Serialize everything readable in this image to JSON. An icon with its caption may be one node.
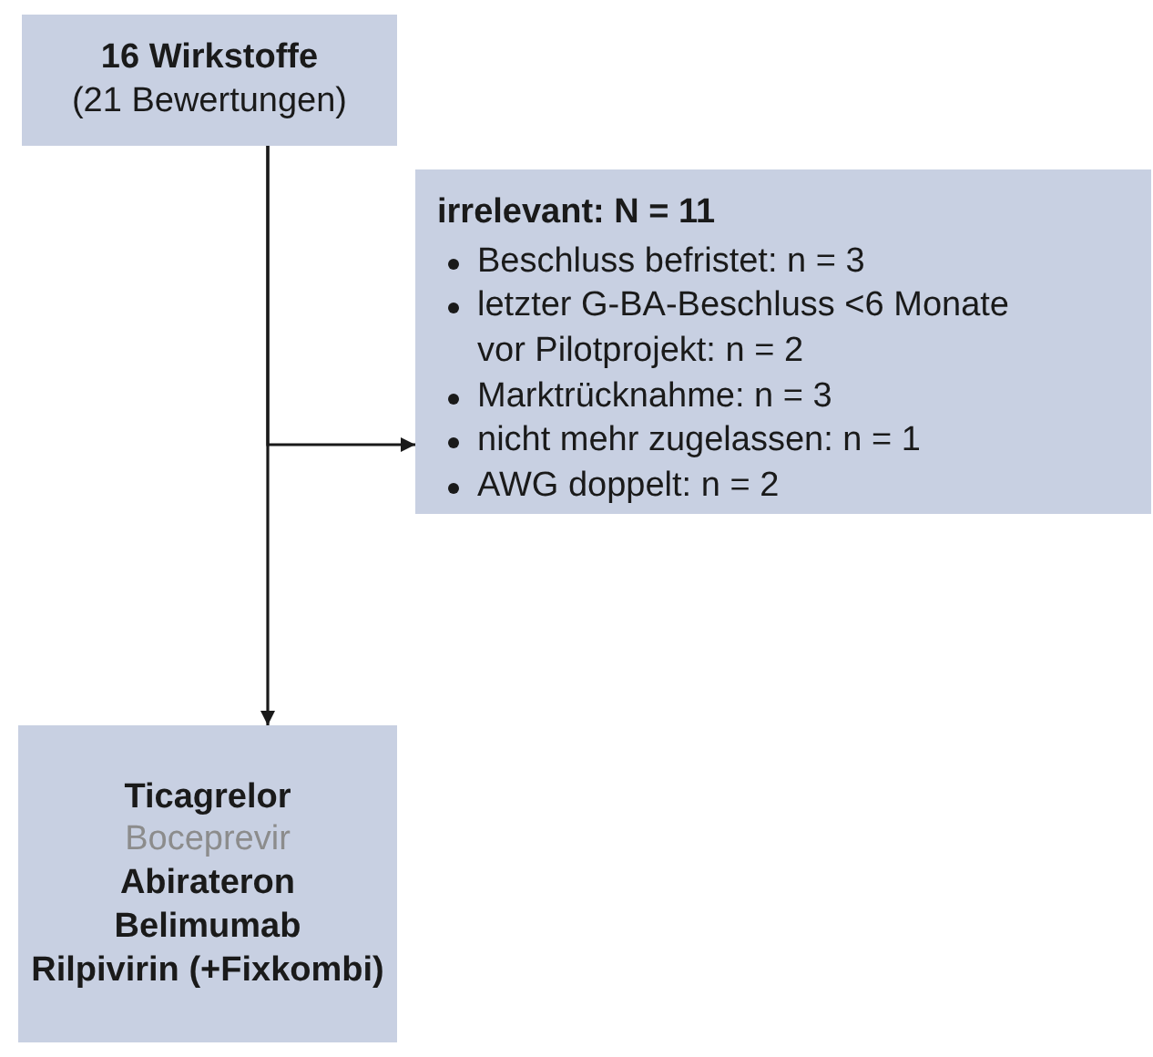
{
  "diagram": {
    "nodes": [
      {
        "text": [
          "16 Wirkstoffe",
          "(21 Bewertungen)"
        ]
      },
      {
        "text": [
          "irrelevant: N = 11",
          "Beschluss befristet: n = 3",
          "letzter G-BA-Beschluss <6 Monate vor Pilotprojekt: n = 2",
          "Marktrücknahme: n = 3",
          "nicht mehr zugelassen: n = 1",
          "AWG doppelt: n = 2"
        ]
      },
      {
        "text": [
          "Ticagrelor",
          "Boceprevir",
          "Abirateron",
          "Belimumab",
          "Rilpivirin (+Fixkombi)"
        ]
      }
    ],
    "edges": [
      {
        "from": 0,
        "to": 1,
        "arrow": "to"
      },
      {
        "from": 0,
        "to": 2,
        "arrow": "to"
      }
    ]
  }
}
